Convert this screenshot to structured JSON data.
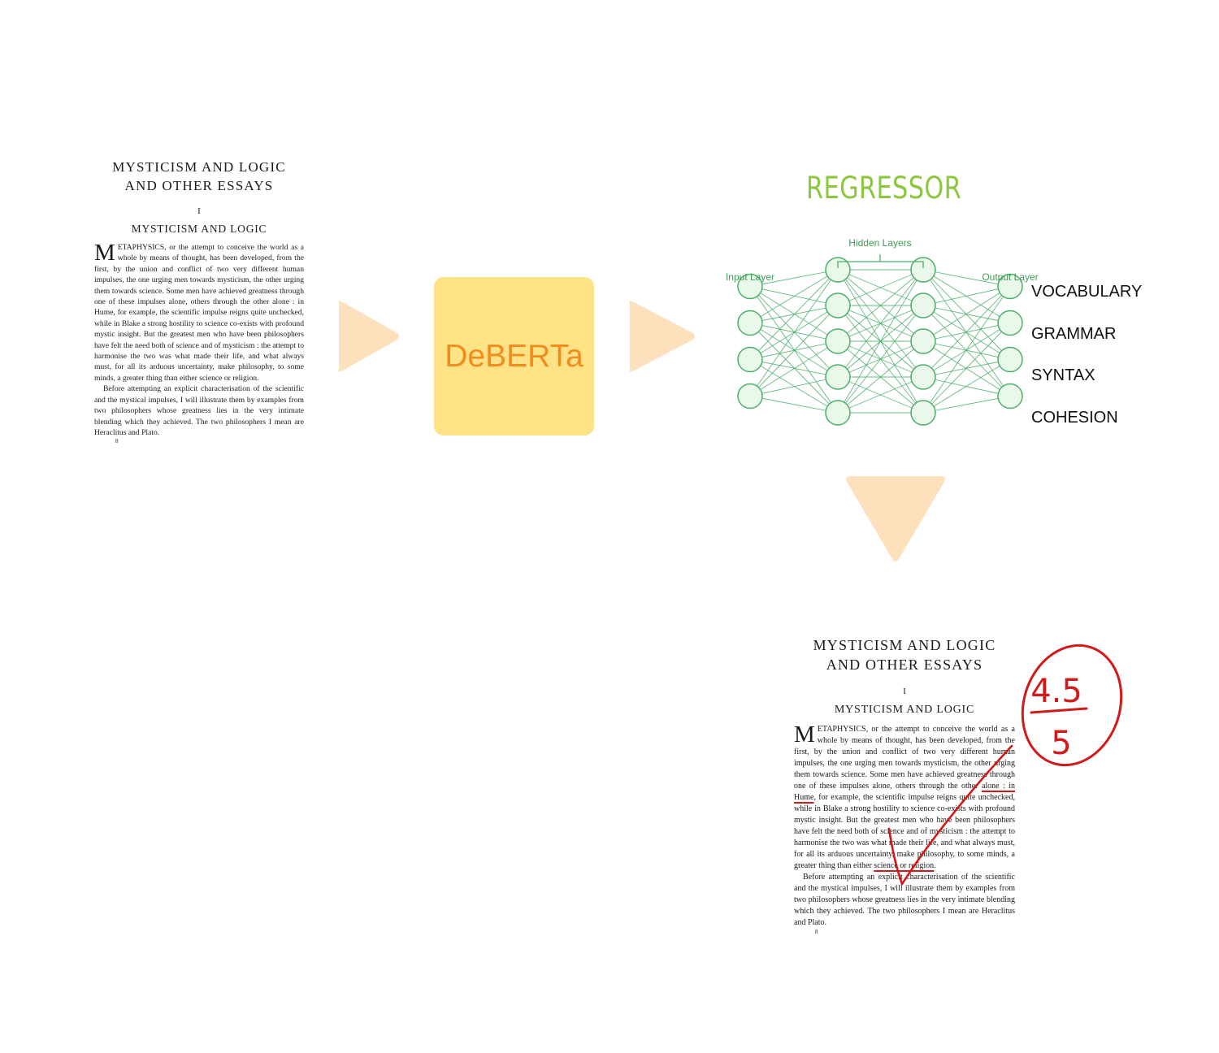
{
  "source_document": {
    "title_line1": "MYSTICISM AND LOGIC",
    "title_line2": "AND OTHER ESSAYS",
    "chapter_numeral": "I",
    "chapter_title": "MYSTICISM AND LOGIC",
    "dropcap": "M",
    "paragraph1": "ETAPHYSICS, or the attempt to conceive the world as a whole by means of thought, has been developed, from the first, by the union and conflict of two very different human impulses, the one urging men towards mysticism, the other urging them towards science. Some men have achieved greatness through one of these impulses alone, others through the other alone : in Hume, for example, the scientific impulse reigns quite unchecked, while in Blake a strong hostility to science co-exists with profound mystic insight. But the greatest men who have been philosophers have felt the need both of science and of mysticism : the attempt to harmonise the two was what made their life, and what always must, for all its arduous uncertainty, make philosophy, to some minds, a greater thing than either science or religion.",
    "paragraph2": "Before attempting an explicit characterisation of the scientific and the mystical impulses, I will illustrate them by examples from two philosophers whose greatness lies in the very intimate blending which they achieved. The two philosophers I mean are Heraclitus and Plato.",
    "page_number": "8"
  },
  "graded_document": {
    "para1_part_a": "ETAPHYSICS, or the attempt to conceive the world as a whole by means of thought, has been developed, from the first, by the union and conflict of two very different human impulses, the one urging men towards mysticism, the other urging them towards science. Some men have achieved greatness through one of these impulses alone, others through the other ",
    "underlined_1": "alone : in Hume",
    "para1_part_b": ", for example, the scientific impulse reigns quite unchecked, while in Blake a strong hostility to science co-exists with profound mystic insight. But the greatest men who have been philosophers have felt the need both of science and of mysticism : the attempt to harmonise the two was what made their life, and what always must, for all its arduous uncertainty, make philosophy, to some minds, a greater thing than either ",
    "underlined_2": "science or religion",
    "para1_end": "."
  },
  "model": {
    "encoder_label": "DeBERTa",
    "regressor_title": "REGRESSOR"
  },
  "network": {
    "hidden_layers_label": "Hidden Layers",
    "input_layer_label": "Input Layer",
    "output_layer_label": "Output Layer",
    "node_color": "#4caf6a",
    "node_fill": "#e9f8ea",
    "layers": [
      4,
      5,
      5,
      4
    ]
  },
  "outputs": [
    "VOCABULARY",
    "GRAMMAR",
    "SYNTAX",
    "COHESION"
  ],
  "score": {
    "numerator": "4.5",
    "denominator": "5"
  },
  "colors": {
    "arrow": "#fde0bc",
    "deberta_box": "#fde385",
    "deberta_text": "#f28c1f",
    "regressor_title": "#8dc63f",
    "annotation_red": "#d11a1a"
  }
}
